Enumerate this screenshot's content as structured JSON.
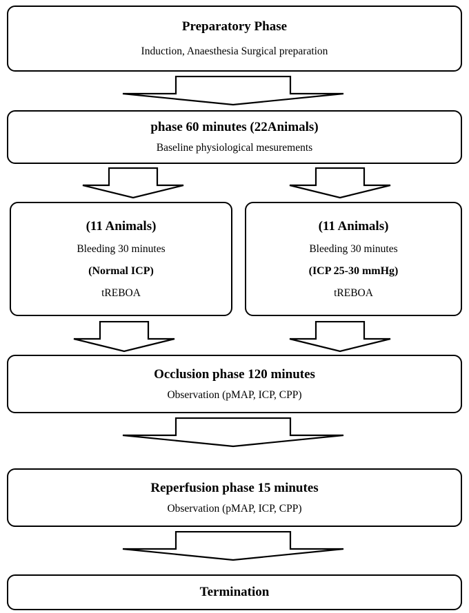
{
  "diagram": {
    "title": "Experimental study protocol flowchart",
    "colors": {
      "stroke": "#000000",
      "fill": "#ffffff",
      "text": "#000000"
    },
    "nodes": {
      "preparatory": {
        "title": "Preparatory Phase",
        "subtitle": "Induction, Anaesthesia Surgical preparation"
      },
      "baseline": {
        "title": "phase 60 minutes (22Animals)",
        "subtitle": "Baseline physiological mesurements"
      },
      "group_left": {
        "title": "(11 Animals)",
        "line2": "Bleeding 30 minutes",
        "line3": "(Normal ICP)",
        "line4": "tREBOA"
      },
      "group_right": {
        "title": "(11 Animals)",
        "line2": "Bleeding 30 minutes",
        "line3": "(ICP 25-30 mmHg)",
        "line4": "tREBOA"
      },
      "occlusion": {
        "title": "Occlusion phase 120 minutes",
        "subtitle": "Observation (pMAP, ICP, CPP)"
      },
      "reperfusion": {
        "title": "Reperfusion phase 15 minutes",
        "subtitle": "Observation (pMAP, ICP, CPP)"
      },
      "termination": {
        "title": "Termination"
      }
    },
    "connectors": [
      {
        "name": "prep-to-baseline",
        "from": "preparatory",
        "to": "baseline",
        "style": "wide-down-arrow"
      },
      {
        "name": "baseline-to-group-left",
        "from": "baseline",
        "to": "group_left",
        "style": "narrow-down-arrow"
      },
      {
        "name": "baseline-to-group-right",
        "from": "baseline",
        "to": "group_right",
        "style": "narrow-down-arrow"
      },
      {
        "name": "group-left-to-occlusion",
        "from": "group_left",
        "to": "occlusion",
        "style": "narrow-down-arrow"
      },
      {
        "name": "group-right-to-occlusion",
        "from": "group_right",
        "to": "occlusion",
        "style": "narrow-down-arrow"
      },
      {
        "name": "occlusion-to-reperfusion",
        "from": "occlusion",
        "to": "reperfusion",
        "style": "wide-down-arrow"
      },
      {
        "name": "reperfusion-to-termination",
        "from": "reperfusion",
        "to": "termination",
        "style": "wide-down-arrow"
      }
    ]
  }
}
